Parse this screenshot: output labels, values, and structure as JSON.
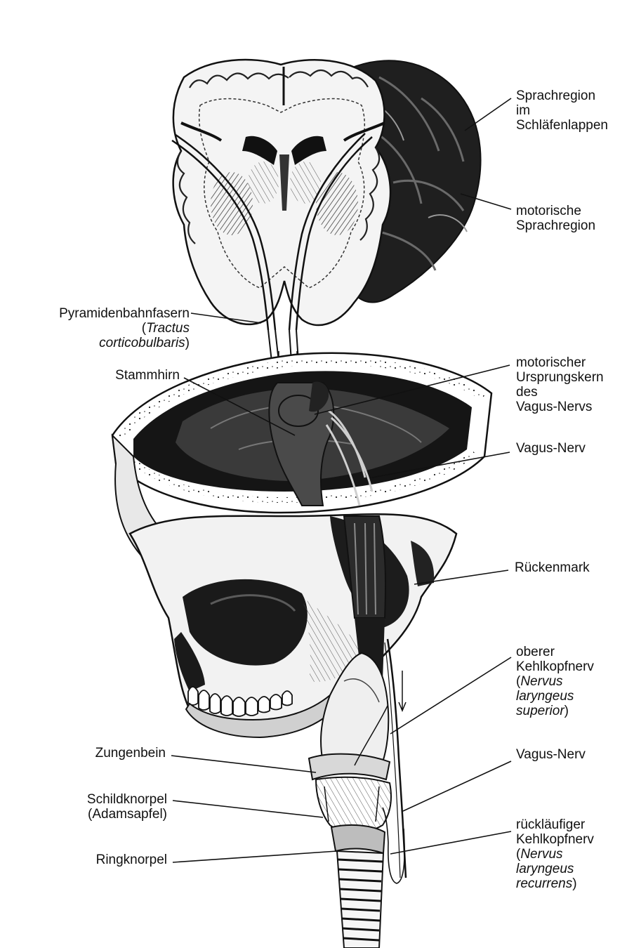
{
  "colors": {
    "ink": "#111111",
    "paper": "#ffffff",
    "shade": "#2a2a2a",
    "mid": "#7a7a7a",
    "light": "#d8d8d8"
  },
  "illustration": {
    "parts": [
      "brain-coronal-section",
      "skull-open-cranium",
      "brainstem",
      "spinal-cord",
      "larynx",
      "trachea"
    ]
  },
  "labels": {
    "sprachregion_temporal": {
      "lines": [
        "Sprachregion",
        "im",
        "Schläfenlappen"
      ]
    },
    "motorische_sprachregion": {
      "lines": [
        "motorische",
        "Sprachregion"
      ]
    },
    "pyramidenbahn": {
      "l1": "Pyramidenbahnfasern",
      "l2_paren_open": "(",
      "l2_italic": "Tractus",
      "l3_italic": "corticobulbaris",
      "l3_paren_close": ")"
    },
    "stammhirn": {
      "lines": [
        "Stammhirn"
      ]
    },
    "ursprungskern": {
      "lines": [
        "motorischer",
        "Ursprungskern",
        "des",
        "Vagus-Nervs"
      ]
    },
    "vagus_upper": {
      "lines": [
        "Vagus-Nerv"
      ]
    },
    "rueckenmark": {
      "lines": [
        "Rückenmark"
      ]
    },
    "oberer_kehlkopfnerv": {
      "l1": "oberer",
      "l2": "Kehlkopfnerv",
      "l3_paren_open": "(",
      "l3_italic": "Nervus",
      "l4_italic": "laryngeus",
      "l5_italic": "superior",
      "l5_paren_close": ")"
    },
    "zungenbein": {
      "lines": [
        "Zungenbein"
      ]
    },
    "vagus_lower": {
      "lines": [
        "Vagus-Nerv"
      ]
    },
    "schildknorpel": {
      "lines": [
        "Schildknorpel",
        "(Adamsapfel)"
      ]
    },
    "rueckl_kehlkopfnerv": {
      "l1": "rückläufiger",
      "l2": "Kehlkopfnerv",
      "l3_paren_open": "(",
      "l3_italic": "Nervus",
      "l4_italic": "laryngeus",
      "l5_italic": "recurrens",
      "l5_paren_close": ")"
    },
    "ringknorpel": {
      "lines": [
        "Ringknorpel"
      ]
    }
  }
}
